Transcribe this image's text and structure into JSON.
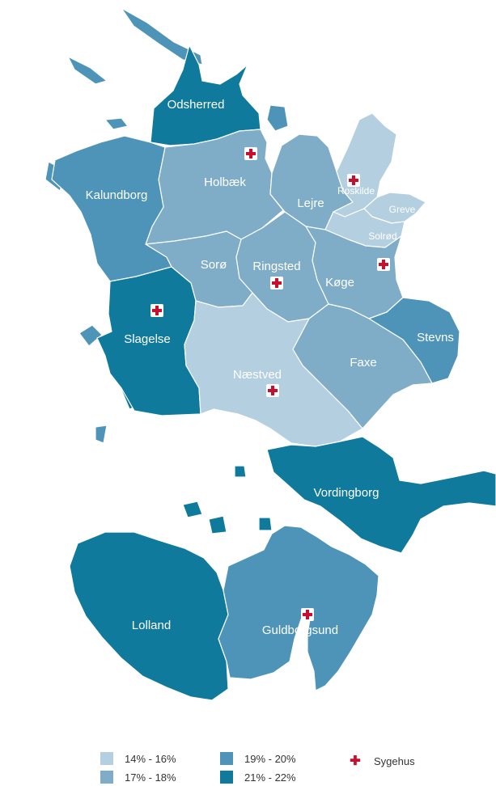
{
  "colors": {
    "c14_16": "#b3cfe0",
    "c17_18": "#7fadc8",
    "c19_20": "#4d94b8",
    "c21_22": "#0f7a9c",
    "hospital": "#c8102e"
  },
  "municipalities": {
    "odsherred": {
      "label": "Odsherred",
      "class": "21% - 22%"
    },
    "holbaek": {
      "label": "Holbæk",
      "class": "17% - 18%"
    },
    "kalundborg": {
      "label": "Kalundborg",
      "class": "19% - 20%"
    },
    "lejre": {
      "label": "Lejre",
      "class": "17% - 18%"
    },
    "roskilde": {
      "label": "Roskilde",
      "class": "14% - 16%"
    },
    "greve": {
      "label": "Greve",
      "class": "14% - 16%"
    },
    "solrod": {
      "label": "Solrød",
      "class": "14% - 16%"
    },
    "soro": {
      "label": "Sorø",
      "class": "17% - 18%"
    },
    "ringsted": {
      "label": "Ringsted",
      "class": "17% - 18%"
    },
    "koge": {
      "label": "Køge",
      "class": "17% - 18%"
    },
    "slagelse": {
      "label": "Slagelse",
      "class": "21% - 22%"
    },
    "stevns": {
      "label": "Stevns",
      "class": "19% - 20%"
    },
    "faxe": {
      "label": "Faxe",
      "class": "17% - 18%"
    },
    "naestved": {
      "label": "Næstved",
      "class": "14% - 16%"
    },
    "vordingborg": {
      "label": "Vordingborg",
      "class": "21% - 22%"
    },
    "lolland": {
      "label": "Lolland",
      "class": "21% - 22%"
    },
    "guldborgsund": {
      "label": "Guldborgsund",
      "class": "19% - 20%"
    }
  },
  "legend": {
    "items": [
      "14% - 16%",
      "17% - 18%",
      "19% - 20%",
      "21% - 22%"
    ],
    "hospital_label": "Sygehus",
    "hospital_icon": "plus-cross-icon"
  }
}
